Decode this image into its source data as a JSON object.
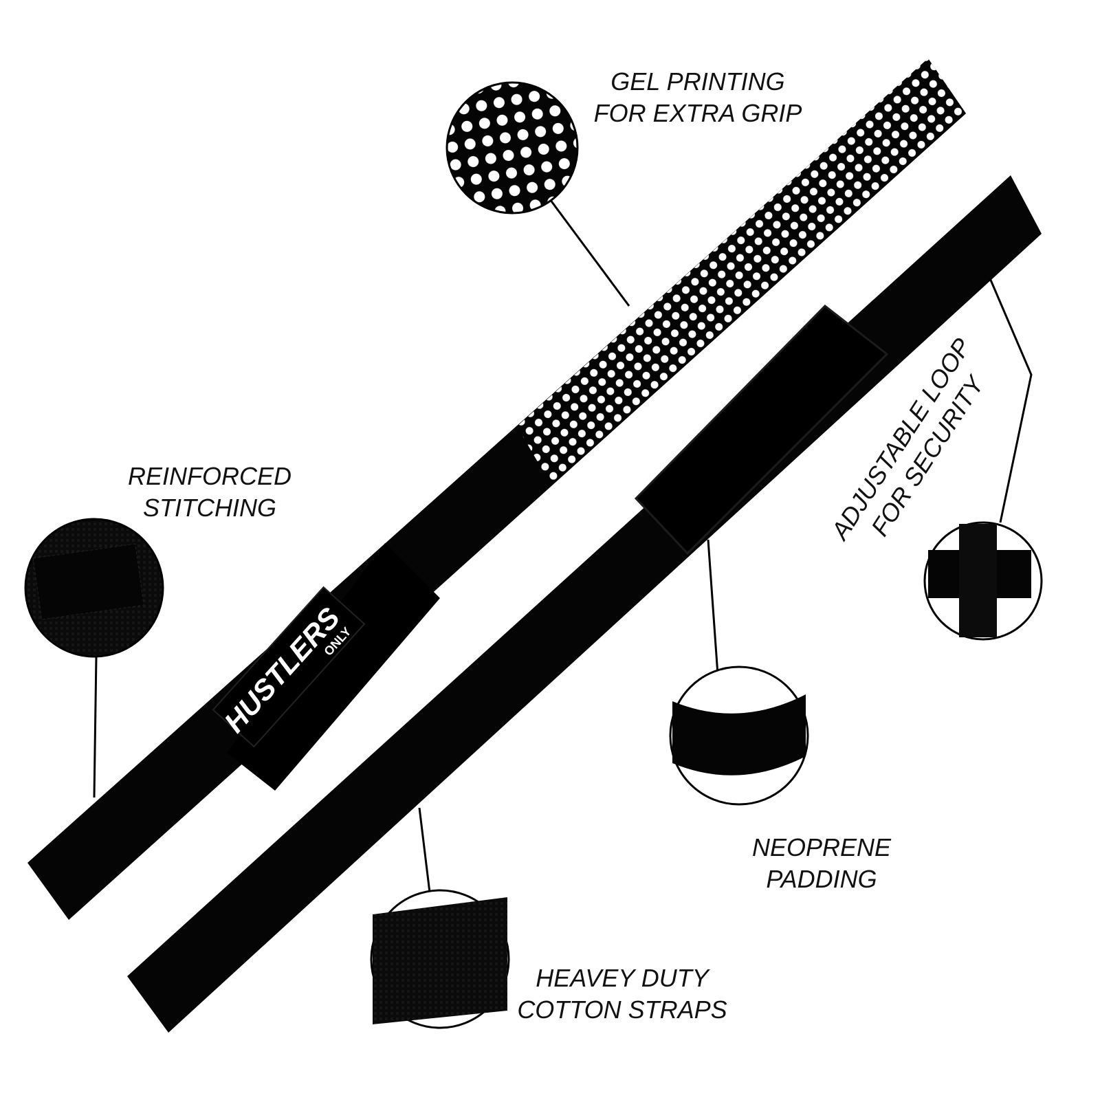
{
  "brand": {
    "logo_main": "HUSTLERS",
    "logo_sub": "ONLY"
  },
  "callouts": {
    "gel": {
      "line1": "GEL PRINTING",
      "line2": "FOR EXTRA GRIP"
    },
    "stitching": {
      "line1": "REINFORCED",
      "line2": "STITCHING"
    },
    "loop": {
      "line1": "ADJUSTABLE LOOP",
      "line2": "FOR SECURITY"
    },
    "padding": {
      "line1": "NEOPRENE",
      "line2": "PADDING"
    },
    "cotton": {
      "line1": "HEAVEY DUTY",
      "line2": "COTTON STRAPS"
    }
  },
  "colors": {
    "strap": "#050505",
    "dots": "#ffffff",
    "text": "#111111"
  }
}
